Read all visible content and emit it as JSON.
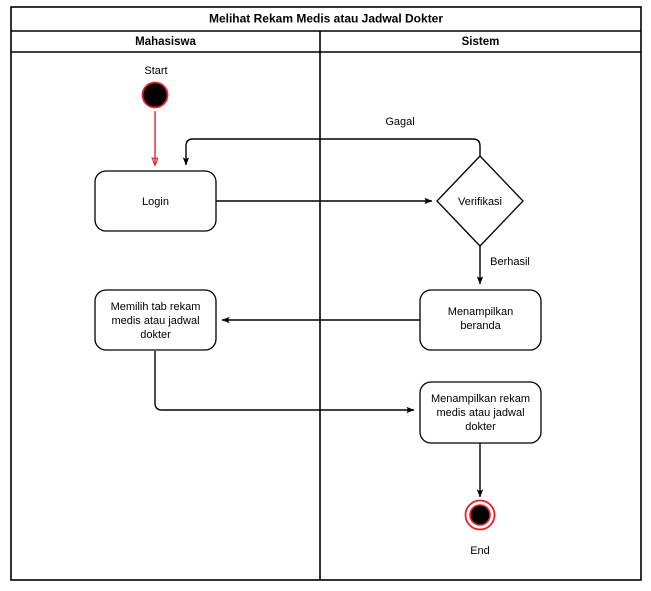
{
  "diagram": {
    "title": "Melihat Rekam Medis atau Jadwal Dokter",
    "type": "uml-activity-diagram",
    "colors": {
      "stroke": "#000000",
      "accent_red": "#E8222A",
      "background": "#ffffff"
    },
    "lanes": [
      {
        "id": "lane-mahasiswa",
        "label": "Mahasiswa"
      },
      {
        "id": "lane-sistem",
        "label": "Sistem"
      }
    ],
    "nodes": [
      {
        "id": "start",
        "kind": "initial-node",
        "label": "Start",
        "lane": "lane-mahasiswa"
      },
      {
        "id": "login",
        "kind": "activity",
        "lines": [
          "Login"
        ],
        "lane": "lane-mahasiswa"
      },
      {
        "id": "verifikasi",
        "kind": "decision",
        "lines": [
          "Verifikasi"
        ],
        "lane": "lane-sistem"
      },
      {
        "id": "menampilkan-beranda",
        "kind": "activity",
        "lines": [
          "Menampilkan",
          "beranda"
        ],
        "lane": "lane-sistem"
      },
      {
        "id": "memilih-tab",
        "kind": "activity",
        "lines": [
          "Memilih tab rekam",
          "medis atau jadwal",
          "dokter"
        ],
        "lane": "lane-mahasiswa"
      },
      {
        "id": "menampilkan-rekam",
        "kind": "activity",
        "lines": [
          "Menampilkan rekam",
          "medis atau jadwal",
          "dokter"
        ],
        "lane": "lane-sistem"
      },
      {
        "id": "end",
        "kind": "final-node",
        "label": "End",
        "lane": "lane-sistem"
      }
    ],
    "edges": [
      {
        "id": "edge-start-login",
        "from": "start",
        "to": "login",
        "label": "",
        "color": "#E8222A"
      },
      {
        "id": "edge-login-verifikasi",
        "from": "login",
        "to": "verifikasi",
        "label": ""
      },
      {
        "id": "edge-verifikasi-login",
        "from": "verifikasi",
        "to": "login",
        "label": "Gagal"
      },
      {
        "id": "edge-verifikasi-beranda",
        "from": "verifikasi",
        "to": "menampilkan-beranda",
        "label": "Berhasil"
      },
      {
        "id": "edge-beranda-memilih",
        "from": "menampilkan-beranda",
        "to": "memilih-tab",
        "label": ""
      },
      {
        "id": "edge-memilih-rekam",
        "from": "memilih-tab",
        "to": "menampilkan-rekam",
        "label": ""
      },
      {
        "id": "edge-rekam-end",
        "from": "menampilkan-rekam",
        "to": "end",
        "label": ""
      }
    ]
  }
}
